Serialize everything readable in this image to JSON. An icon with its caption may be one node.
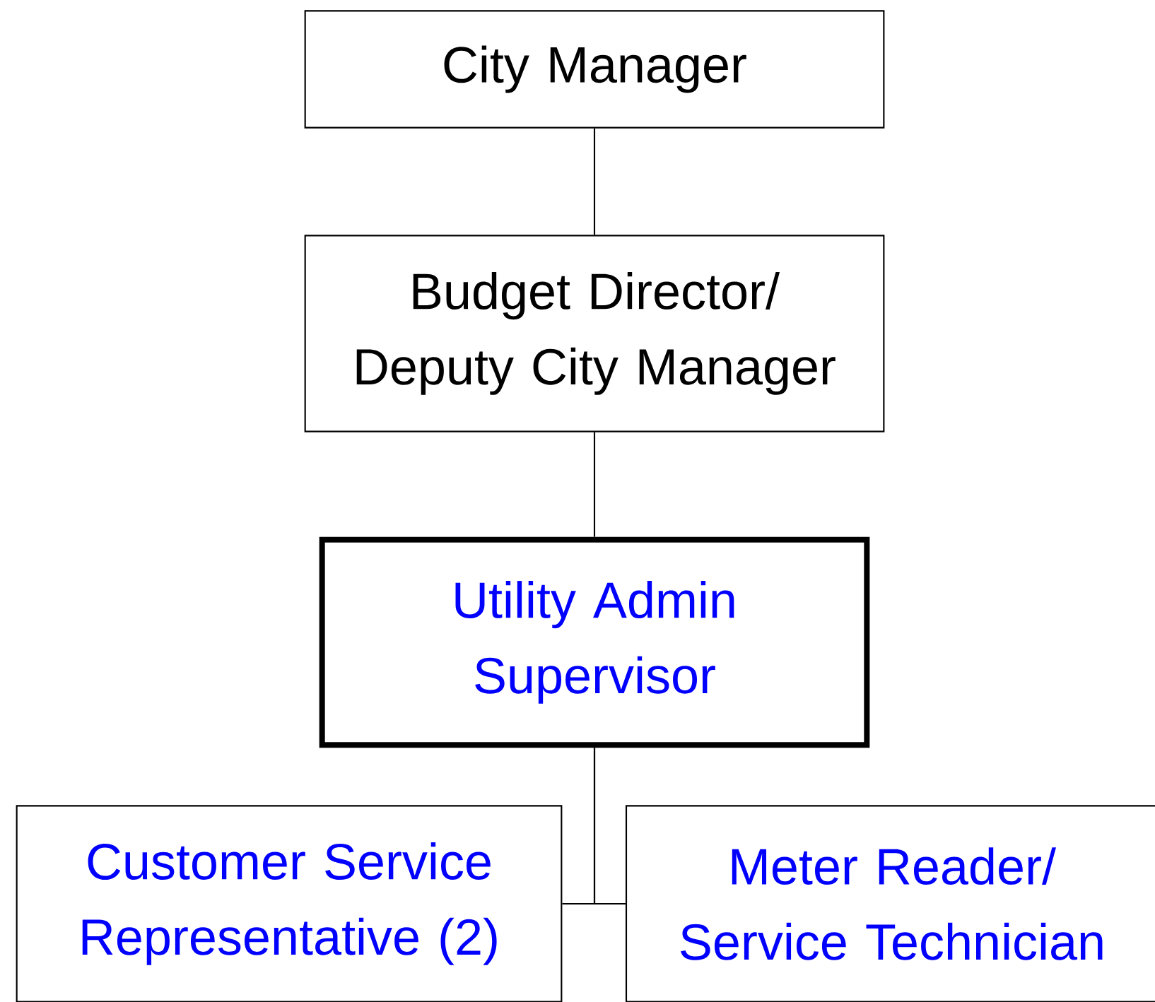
{
  "diagram": {
    "nodes": [
      {
        "text": [
          "City Manager"
        ]
      },
      {
        "text": [
          "Budget Director/ Deputy City Manager"
        ]
      },
      {
        "text": [
          "Utility Admin Supervisor"
        ]
      },
      {
        "text": [
          "Customer Service Representative (2)"
        ]
      },
      {
        "text": [
          "Meter Reader/ Service Technician"
        ]
      }
    ],
    "edges": [
      {
        "from": 0,
        "to": 1,
        "arrow": "none"
      },
      {
        "from": 1,
        "to": 2,
        "arrow": "none"
      },
      {
        "from": 2,
        "to": 3,
        "arrow": "none"
      },
      {
        "from": 2,
        "to": 4,
        "arrow": "none"
      }
    ]
  }
}
